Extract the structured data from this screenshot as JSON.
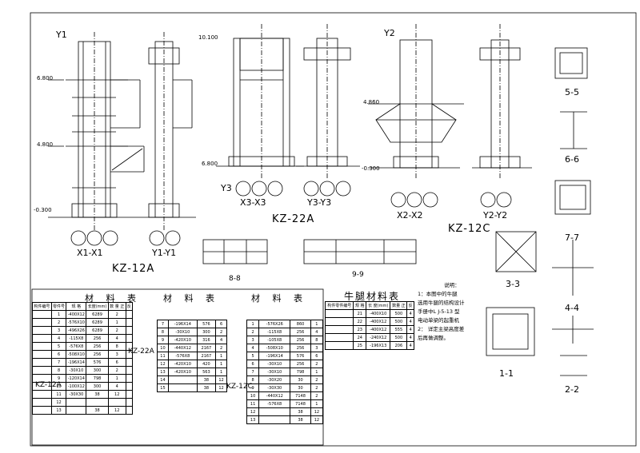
{
  "drawing_frame": {
    "color": "#000000",
    "background": "#ffffff"
  },
  "top_labels": {
    "y1": "Y1",
    "elev_6800_a": "6.800",
    "elev_4800_a": "4.800",
    "elev_0300_a": "-0.300",
    "elev_10100": "10.100",
    "elev_6800_b": "6.800",
    "y3": "Y3",
    "y2": "Y2",
    "elev_4860": "4.860",
    "elev_0300_b": "-0.300"
  },
  "section_titles": {
    "x1x1": "X1-X1",
    "y1y1": "Y1-Y1",
    "kz12a": "KZ-12A",
    "x3x3": "X3-X3",
    "y3y3": "Y3-Y3",
    "kz22a": "KZ-22A",
    "x2x2": "X2-X2",
    "y2y2": "Y2-Y2",
    "kz12c": "KZ-12C",
    "s55": "5-5",
    "s66": "6-6",
    "s77": "7-7",
    "s33": "3-3",
    "s44": "4-4",
    "s22": "2-2",
    "s11": "1-1",
    "s88": "8-8",
    "s99": "9-9"
  },
  "table1": {
    "title": "材 料 表",
    "headers": [
      "构件编号",
      "零件号",
      "规 格",
      "长度(mm)",
      "数 量 正",
      "反"
    ],
    "member": "KZ-12A",
    "rows": [
      [
        "1",
        "-400X12",
        "6289",
        "2",
        ""
      ],
      [
        "2",
        "-576X10",
        "6289",
        "1",
        ""
      ],
      [
        "3",
        "-496X26",
        "6289",
        "2",
        ""
      ],
      [
        "4",
        "-115X8",
        "256",
        "4",
        ""
      ],
      [
        "5",
        "-576X8",
        "256",
        "8",
        ""
      ],
      [
        "6",
        "-508X10",
        "256",
        "3",
        ""
      ],
      [
        "7",
        "-196X14",
        "576",
        "6",
        ""
      ],
      [
        "8",
        "-30X10",
        "300",
        "2",
        ""
      ],
      [
        "9",
        "-120X14",
        "798",
        "1",
        ""
      ],
      [
        "10",
        "-100X12",
        "300",
        "4",
        ""
      ],
      [
        "11",
        "-30X30",
        "38",
        "12",
        ""
      ],
      [
        "12",
        "",
        "",
        "",
        ""
      ],
      [
        "13",
        "",
        "38",
        "12",
        ""
      ]
    ]
  },
  "table2": {
    "title": "材 料 表",
    "member": "KZ-22A",
    "rows": [
      [
        "7",
        "-196X14",
        "576",
        "6"
      ],
      [
        "8",
        "-30X10",
        "300",
        "2"
      ],
      [
        "9",
        "-420X10",
        "316",
        "4"
      ],
      [
        "10",
        "-440X12",
        "2167",
        "2"
      ],
      [
        "11",
        "-576X8",
        "2167",
        "1"
      ],
      [
        "12",
        "-420X10",
        "420",
        "1"
      ],
      [
        "13",
        "-420X10",
        "563",
        "1"
      ],
      [
        "14",
        "",
        "38",
        "12"
      ],
      [
        "15",
        "",
        "38",
        "12"
      ]
    ]
  },
  "table3": {
    "title": "材 料 表",
    "member": "KZ-12C",
    "rows": [
      [
        "1",
        "-576X26",
        "860",
        "1"
      ],
      [
        "2",
        "-115X8",
        "256",
        "4"
      ],
      [
        "3",
        "-105X8",
        "256",
        "8"
      ],
      [
        "4",
        "-508X10",
        "256",
        "3"
      ],
      [
        "5",
        "-196X14",
        "576",
        "6"
      ],
      [
        "6",
        "-30X10",
        "256",
        "2"
      ],
      [
        "7",
        "-30X10",
        "798",
        "1"
      ],
      [
        "8",
        "-30X20",
        "30",
        "2"
      ],
      [
        "9",
        "-30X30",
        "30",
        "2"
      ],
      [
        "10",
        "-440X12",
        "7148",
        "2"
      ],
      [
        "11",
        "-576X8",
        "7148",
        "1"
      ],
      [
        "12",
        "",
        "38",
        "12"
      ],
      [
        "13",
        "",
        "38",
        "12"
      ]
    ]
  },
  "table4": {
    "title": "牛腿材料表",
    "headers": [
      "构件零件编号",
      "规 格",
      "长 度(mm)",
      "数量 正",
      "反"
    ],
    "rows": [
      [
        "21",
        "-400X10",
        "500",
        "4"
      ],
      [
        "22",
        "-400X12",
        "500",
        "4"
      ],
      [
        "23",
        "-400X12",
        "555",
        "4"
      ],
      [
        "24",
        "-240X12",
        "500",
        "4"
      ],
      [
        "25",
        "-196X13",
        "206",
        "4"
      ]
    ]
  },
  "notes": {
    "heading": "说明：",
    "lines": [
      "1：本图中的牛腿",
      "选用牛腿的结构设计",
      "手册中L J-5-13 型",
      "电动单梁的起重机",
      "2：  详定主梁高度差",
      "后再做调整。"
    ]
  }
}
